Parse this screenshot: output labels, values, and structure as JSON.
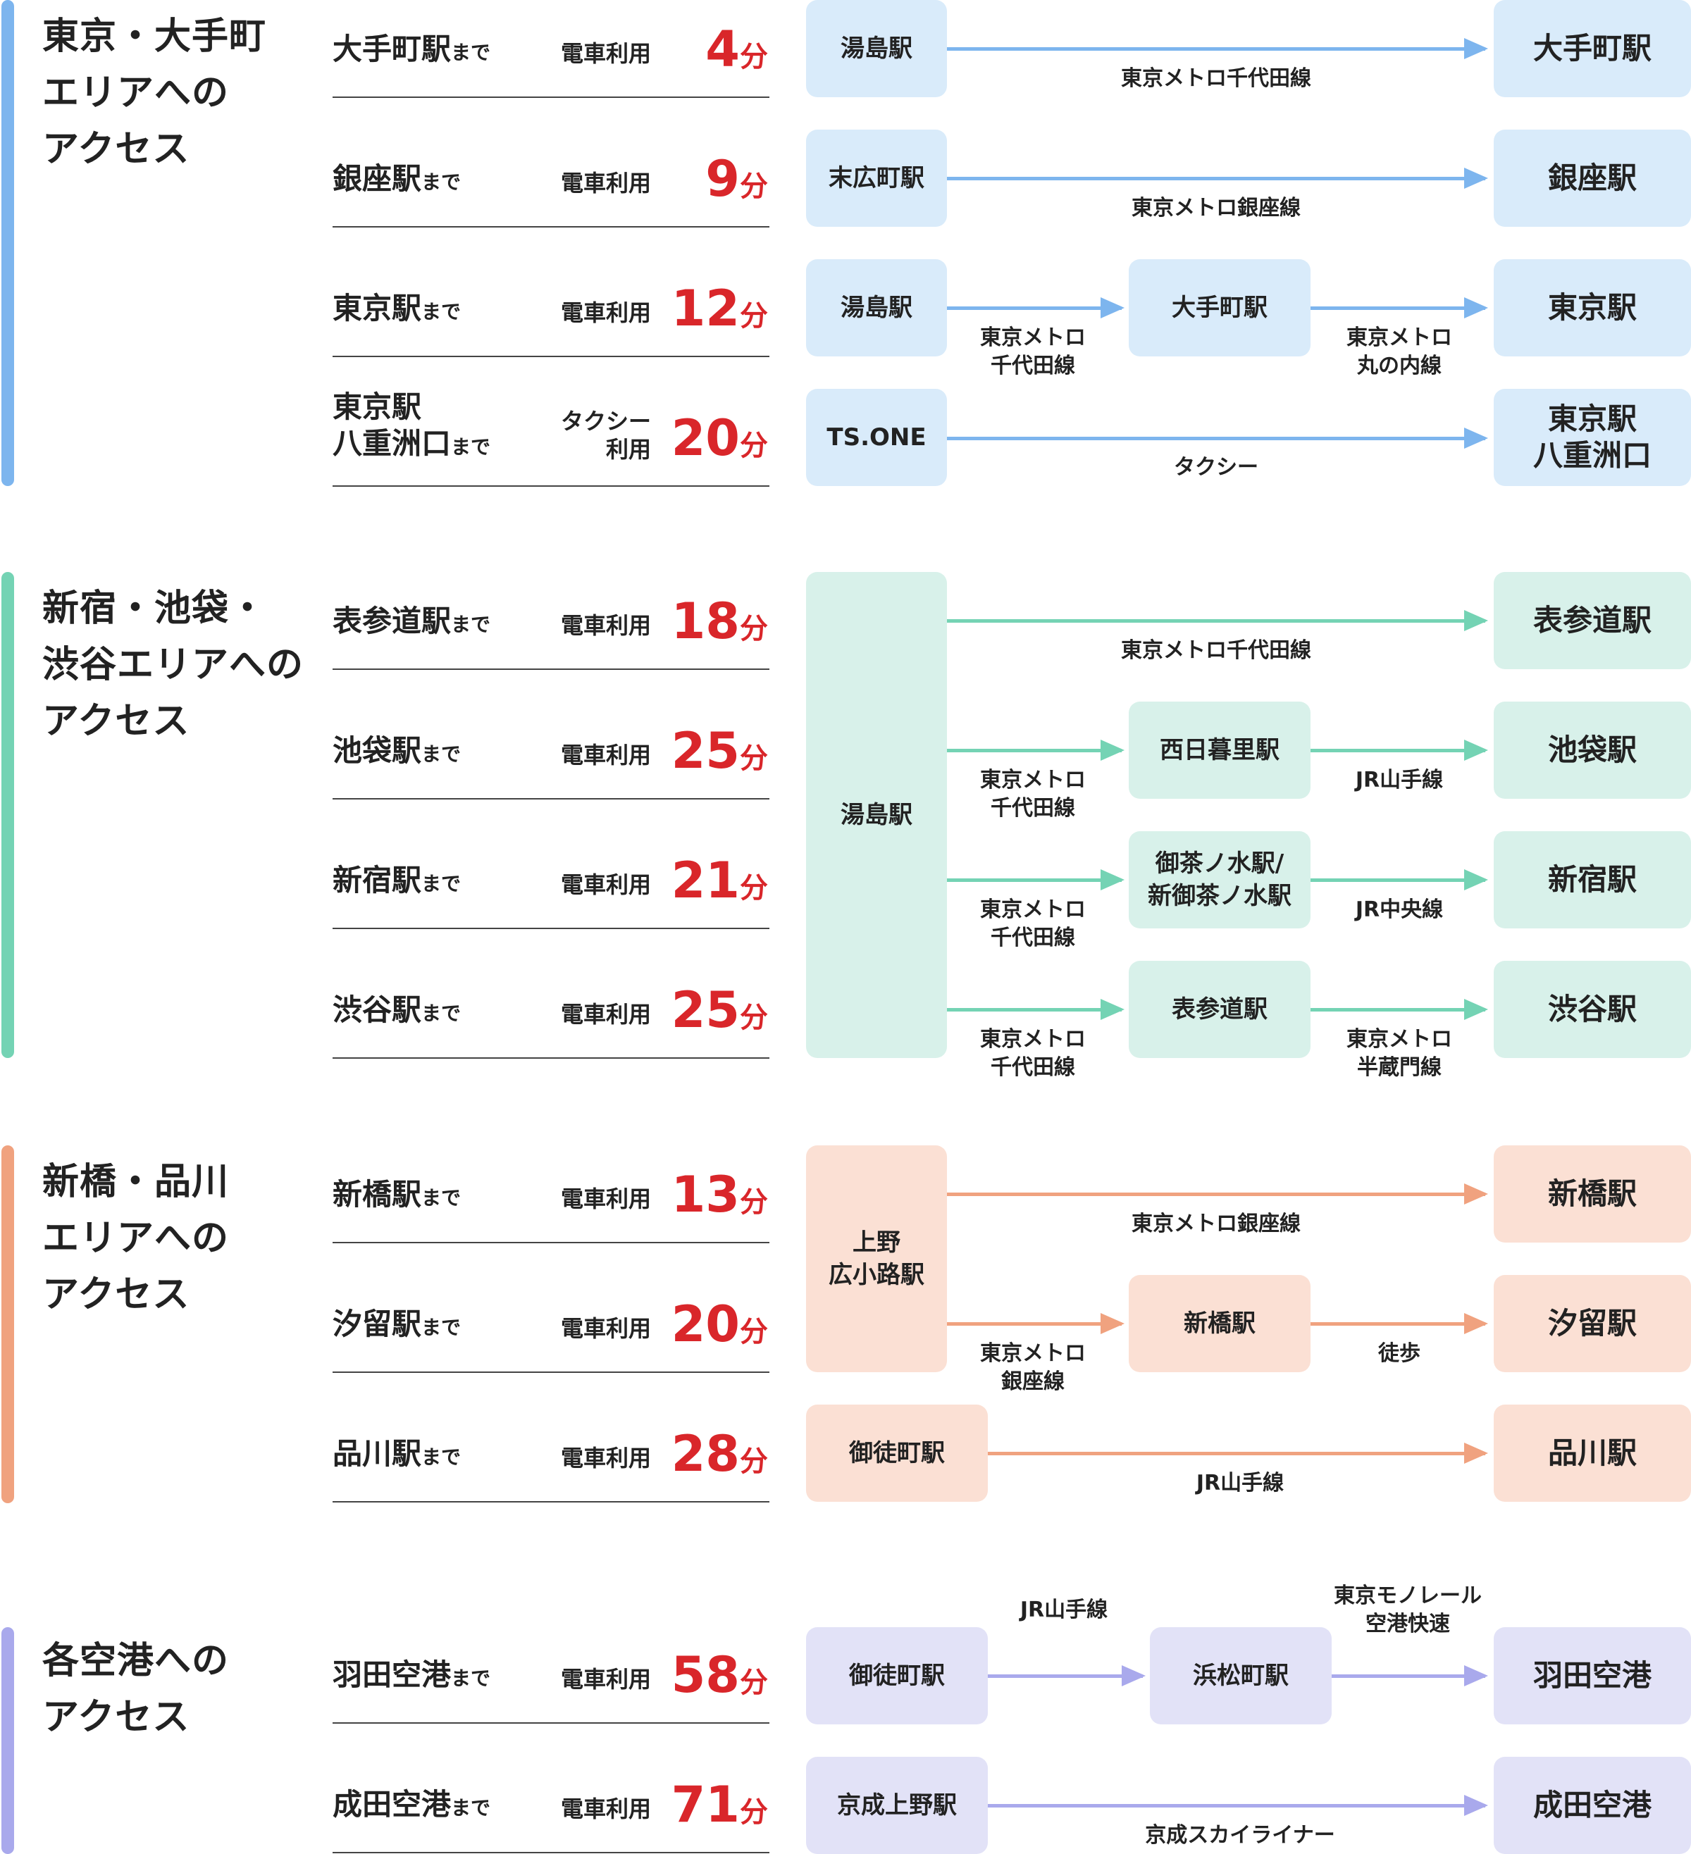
{
  "colors": {
    "blue": "#7db5ee",
    "blue_bg": "#d9ebfa",
    "green": "#74d3b4",
    "green_bg": "#d8f1ea",
    "orange": "#f0a27f",
    "orange_bg": "#fbe0d4",
    "purple": "#a9a9ec",
    "purple_bg": "#e2e2f7",
    "time_red": "#d9262a"
  },
  "sections": [
    {
      "title": "東京・大手町\nエリアへの\nアクセス"
    },
    {
      "title": "新宿・池袋・\n渋谷エリアへの\nアクセス"
    },
    {
      "title": "新橋・品川\nエリアへの\nアクセス"
    },
    {
      "title": "各空港への\nアクセス"
    }
  ],
  "routes": [
    {
      "dest": "大手町駅",
      "made": "まで",
      "mode": "電車利用",
      "minutes": "4",
      "unit": "分",
      "stations": [
        "湯島駅",
        "大手町駅"
      ],
      "lines": [
        "東京メトロ千代田線"
      ]
    },
    {
      "dest": "銀座駅",
      "made": "まで",
      "mode": "電車利用",
      "minutes": "9",
      "unit": "分",
      "stations": [
        "末広町駅",
        "銀座駅"
      ],
      "lines": [
        "東京メトロ銀座線"
      ]
    },
    {
      "dest": "東京駅",
      "made": "まで",
      "mode": "電車利用",
      "minutes": "12",
      "unit": "分",
      "stations": [
        "湯島駅",
        "大手町駅",
        "東京駅"
      ],
      "lines": [
        "東京メトロ\n千代田線",
        "東京メトロ\n丸の内線"
      ]
    },
    {
      "dest_line1": "東京駅",
      "dest_line2": "八重洲口",
      "made": "まで",
      "mode_line1": "タクシー",
      "mode_line2": "利用",
      "minutes": "20",
      "unit": "分",
      "stations": [
        "TS.ONE",
        "東京駅\n八重洲口"
      ],
      "lines": [
        "タクシー"
      ]
    },
    {
      "dest": "表参道駅",
      "made": "まで",
      "mode": "電車利用",
      "minutes": "18",
      "unit": "分",
      "stations": [
        "湯島駅",
        "表参道駅"
      ],
      "lines": [
        "東京メトロ千代田線"
      ]
    },
    {
      "dest": "池袋駅",
      "made": "まで",
      "mode": "電車利用",
      "minutes": "25",
      "unit": "分",
      "stations": [
        "西日暮里駅",
        "池袋駅"
      ],
      "lines": [
        "東京メトロ\n千代田線",
        "JR山手線"
      ]
    },
    {
      "dest": "新宿駅",
      "made": "まで",
      "mode": "電車利用",
      "minutes": "21",
      "unit": "分",
      "stations": [
        "御茶ノ水駅/\n新御茶ノ水駅",
        "新宿駅"
      ],
      "lines": [
        "東京メトロ\n千代田線",
        "JR中央線"
      ]
    },
    {
      "dest": "渋谷駅",
      "made": "まで",
      "mode": "電車利用",
      "minutes": "25",
      "unit": "分",
      "stations": [
        "表参道駅",
        "渋谷駅"
      ],
      "lines": [
        "東京メトロ\n千代田線",
        "東京メトロ\n半蔵門線"
      ]
    },
    {
      "dest": "新橋駅",
      "made": "まで",
      "mode": "電車利用",
      "minutes": "13",
      "unit": "分",
      "stations": [
        "上野\n広小路駅",
        "新橋駅"
      ],
      "lines": [
        "東京メトロ銀座線"
      ]
    },
    {
      "dest": "汐留駅",
      "made": "まで",
      "mode": "電車利用",
      "minutes": "20",
      "unit": "分",
      "stations": [
        "新橋駅",
        "汐留駅"
      ],
      "lines": [
        "東京メトロ\n銀座線",
        "徒歩"
      ]
    },
    {
      "dest": "品川駅",
      "made": "まで",
      "mode": "電車利用",
      "minutes": "28",
      "unit": "分",
      "stations": [
        "御徒町駅",
        "品川駅"
      ],
      "lines": [
        "JR山手線"
      ]
    },
    {
      "dest": "羽田空港",
      "made": "まで",
      "mode": "電車利用",
      "minutes": "58",
      "unit": "分",
      "stations": [
        "御徒町駅",
        "浜松町駅",
        "羽田空港"
      ],
      "lines": [
        "JR山手線",
        "東京モノレール\n空港快速"
      ]
    },
    {
      "dest": "成田空港",
      "made": "まで",
      "mode": "電車利用",
      "minutes": "71",
      "unit": "分",
      "stations": [
        "京成上野駅",
        "成田空港"
      ],
      "lines": [
        "京成スカイライナー"
      ]
    }
  ]
}
